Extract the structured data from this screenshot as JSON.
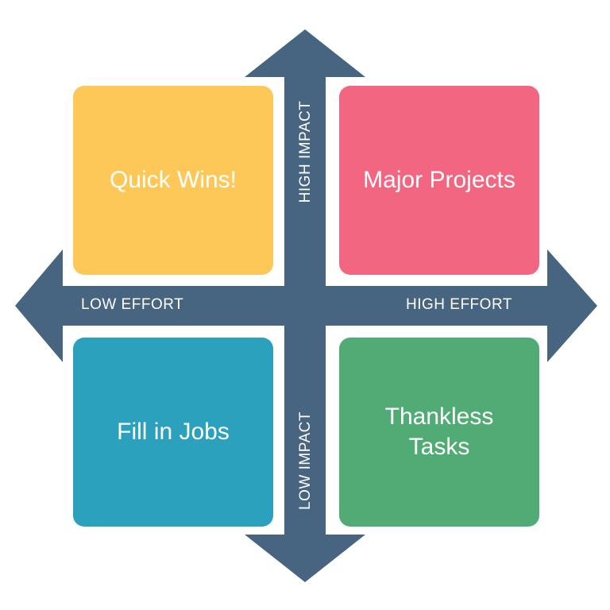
{
  "colors": {
    "axis": "#476580",
    "quick_wins": "#FEC859",
    "major_projects": "#F36682",
    "fill_in_jobs": "#2BA1BD",
    "thankless_tasks": "#50AC74"
  },
  "axes": {
    "vertical": {
      "top_label": "HIGH IMPACT",
      "bottom_label": "LOW IMPACT"
    },
    "horizontal": {
      "left_label": "LOW EFFORT",
      "right_label": "HIGH EFFORT"
    }
  },
  "quadrants": {
    "top_left": "Quick Wins!",
    "top_right": "Major Projects",
    "bottom_left": "Fill in Jobs",
    "bottom_right": "Thankless\nTasks"
  }
}
